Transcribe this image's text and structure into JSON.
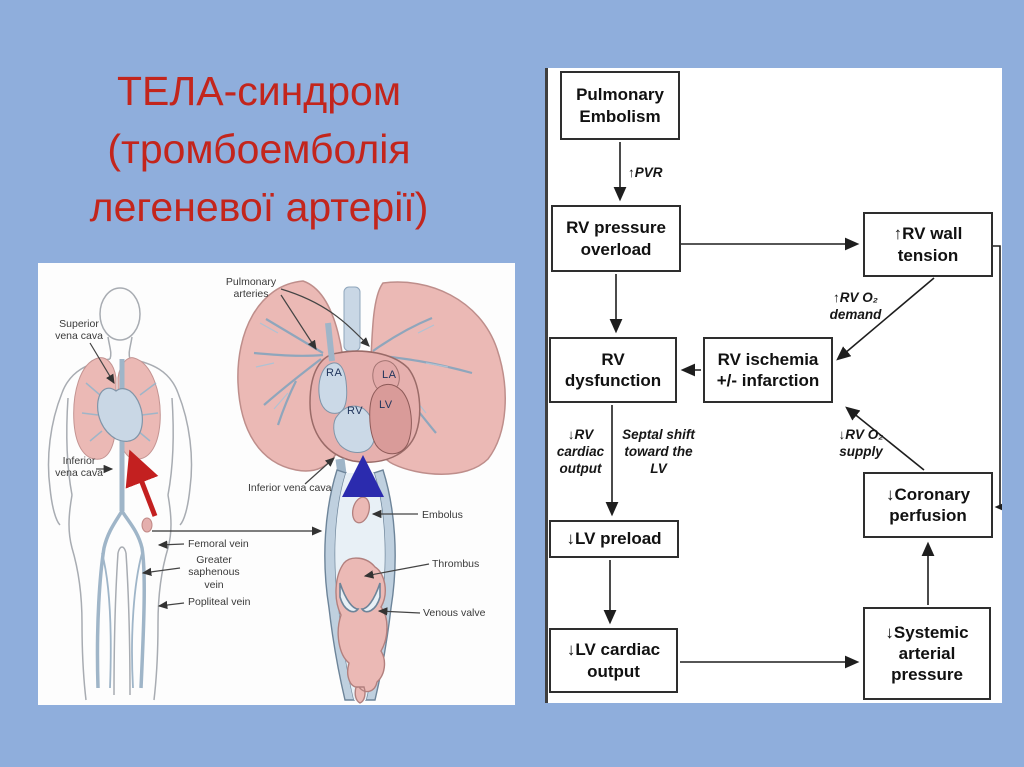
{
  "slide": {
    "title": "ТЕЛА-синдром\n(тромбоемболія\nлегеневої артерії)"
  },
  "colors": {
    "background": "#8FAEDC",
    "title": "#C3251C",
    "box_border": "#2E2E2E",
    "red_arrow": "#C32020",
    "blue_arrow": "#2B2BAE",
    "lung_pink": "#EBB9B5",
    "vein_blue": "#9FB5C8"
  },
  "anatomy": {
    "labels": {
      "superior_vena_cava": "Superior\nvena cava",
      "inferior_vena_cava_body": "Inferior\nvena cava",
      "femoral_vein": "Femoral vein",
      "greater_saphenous_vein": "Greater\nsaphenous\nvein",
      "popliteal_vein": "Popliteal vein",
      "pulmonary_arteries": "Pulmonary\narteries",
      "inferior_vena_cava_lungs": "Inferior vena cava",
      "embolus": "Embolus",
      "thrombus": "Thrombus",
      "venous_valve": "Venous valve",
      "heart_ra": "RA",
      "heart_la": "LA",
      "heart_rv": "RV",
      "heart_lv": "LV"
    }
  },
  "flowchart": {
    "boxes": {
      "pulmonary_embolism": "Pulmonary\nEmbolism",
      "rv_pressure_overload": "RV pressure\noverload",
      "rv_wall_tension": "↑RV wall\ntension",
      "rv_dysfunction": "RV\ndysfunction",
      "rv_ischemia": "RV ischemia\n+/- infarction",
      "lv_preload": "↓LV preload",
      "coronary_perfusion": "↓Coronary\nperfusion",
      "lv_cardiac_output": "↓LV cardiac\noutput",
      "systemic_arterial_pressure": "↓Systemic\narterial\npressure"
    },
    "edge_labels": {
      "pvr": "↑PVR",
      "rv_o2_demand": "↑RV O₂\ndemand",
      "rv_o2_supply": "↓RV O₂\nsupply",
      "rv_cardiac_output": "↓RV\ncardiac\noutput",
      "septal_shift": "Septal shift\ntoward the\nLV"
    }
  }
}
